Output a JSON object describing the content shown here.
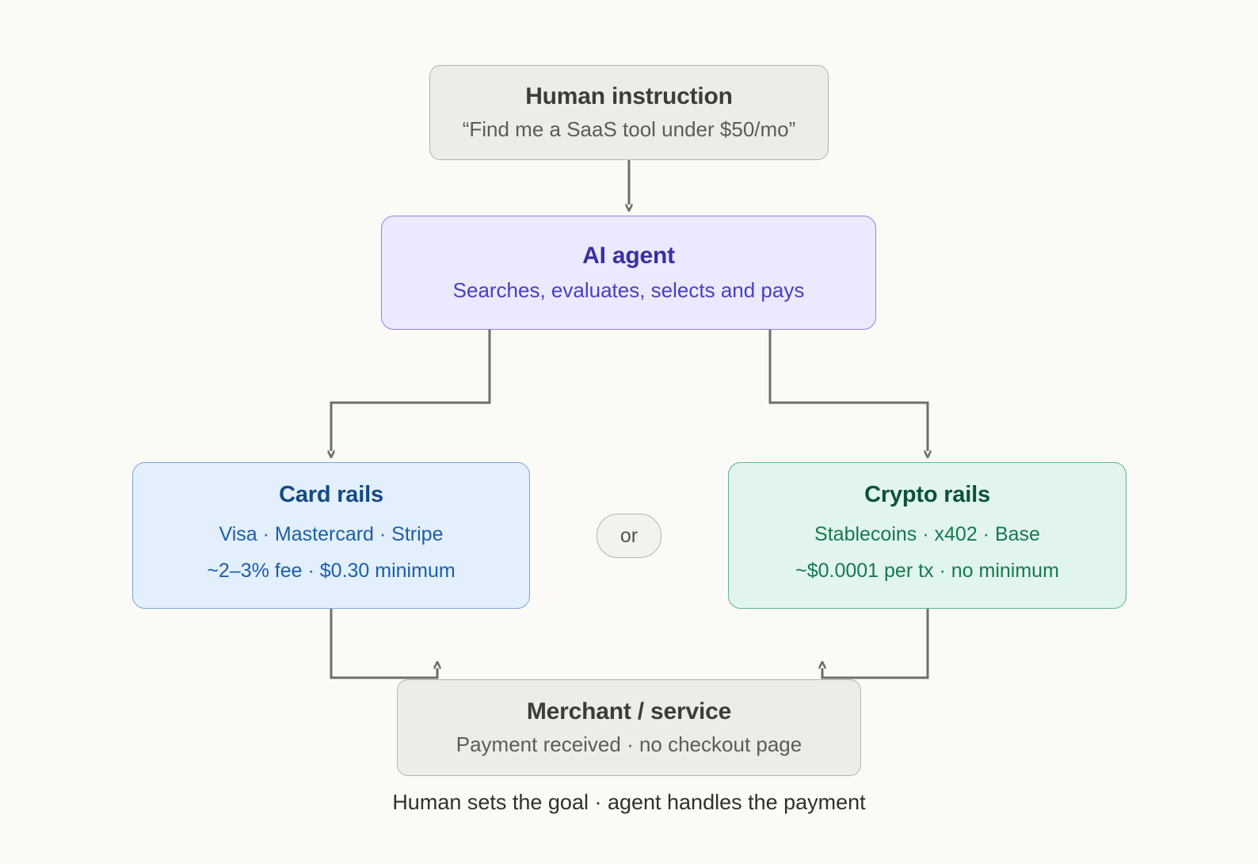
{
  "diagram": {
    "background_color": "#fbfaf6",
    "caption": "Human sets the goal · agent handles the payment",
    "branch_label": "or",
    "nodes": {
      "human": {
        "title": "Human instruction",
        "subtitle": "“Find me a SaaS tool under $50/mo”",
        "fill": "#eeece7",
        "stroke": "#b9b4a8",
        "text_color": "#3d3c38"
      },
      "agent": {
        "title": "AI agent",
        "subtitle": "Searches, evaluates, selects and pays",
        "fill": "#ebe9fd",
        "stroke": "#8d83e8",
        "text_color": "#3b2fa0"
      },
      "card_rails": {
        "title": "Card rails",
        "line1": "Visa · Mastercard · Stripe",
        "line2": "~2–3% fee · $0.30 minimum",
        "fill": "#e3effc",
        "stroke": "#7aa8d8",
        "text_color": "#134a86"
      },
      "crypto_rails": {
        "title": "Crypto rails",
        "line1": "Stablecoins · x402 · Base",
        "line2": "~$0.0001 per tx · no minimum",
        "fill": "#e1f5ee",
        "stroke": "#5fb394",
        "text_color": "#0b5238"
      },
      "merchant": {
        "title": "Merchant / service",
        "subtitle": "Payment received · no checkout page",
        "fill": "#eeece7",
        "stroke": "#b9b4a8",
        "text_color": "#3d3c38"
      }
    },
    "connectors": {
      "stroke": "#6f6e69",
      "edges": [
        {
          "from": "human",
          "to": "agent",
          "style": "straight-arrow"
        },
        {
          "from": "agent",
          "to": "card_rails",
          "style": "elbow-arrow"
        },
        {
          "from": "agent",
          "to": "crypto_rails",
          "style": "elbow-arrow"
        },
        {
          "from": "card_rails",
          "to": "merchant",
          "style": "elbow-arrow"
        },
        {
          "from": "crypto_rails",
          "to": "merchant",
          "style": "elbow-arrow"
        }
      ]
    }
  }
}
